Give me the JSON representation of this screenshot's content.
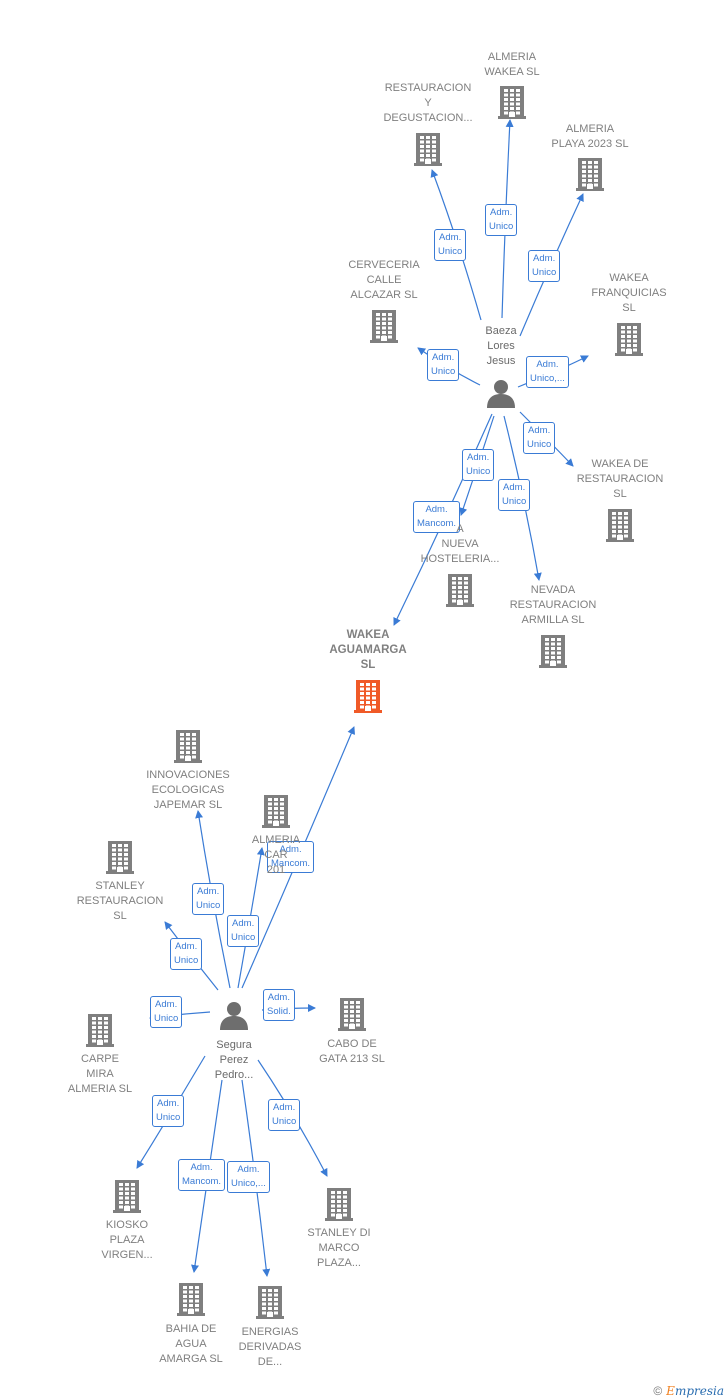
{
  "colors": {
    "edge": "#3a7bd5",
    "company": "#7f7f7f",
    "focus": "#f05a28",
    "person": "#6e6e6e"
  },
  "companies": [
    {
      "id": "wakea_aguamarga",
      "label": "WAKEA\nAGUAMARGA\nSL",
      "focus": true
    },
    {
      "id": "almeria_wakea",
      "label": "ALMERIA\nWAKEA  SL"
    },
    {
      "id": "restauracion_degustacion",
      "label": "RESTAURACION\nY\nDEGUSTACION..."
    },
    {
      "id": "almeria_playa",
      "label": "ALMERIA\nPLAYA 2023  SL"
    },
    {
      "id": "cerveceria",
      "label": "CERVECERIA\nCALLE\nALCAZAR  SL"
    },
    {
      "id": "wakea_franquicias",
      "label": "WAKEA\nFRANQUICIAS\nSL"
    },
    {
      "id": "wakea_restauracion",
      "label": "WAKEA DE\nRESTAURACION\nSL"
    },
    {
      "id": "nueva_hosteleria",
      "label": "A\nNUEVA\nHOSTELERIA..."
    },
    {
      "id": "nevada_restauracion",
      "label": "NEVADA\nRESTAURACION\nARMILLA  SL"
    },
    {
      "id": "innovaciones",
      "label": "INNOVACIONES\nECOLOGICAS\nJAPEMAR  SL"
    },
    {
      "id": "almeria_car",
      "label": "ALMERIA\nCAR\n201"
    },
    {
      "id": "stanley_restauracion",
      "label": "STANLEY\nRESTAURACION\nSL"
    },
    {
      "id": "carpe_mira",
      "label": "CARPE\nMIRA\nALMERIA SL"
    },
    {
      "id": "cabo_gata",
      "label": "CABO DE\nGATA 213  SL"
    },
    {
      "id": "kiosko",
      "label": "KIOSKO\nPLAZA\nVIRGEN..."
    },
    {
      "id": "stanley_marco",
      "label": "STANLEY DI\nMARCO\nPLAZA..."
    },
    {
      "id": "bahia",
      "label": "BAHIA DE\nAGUA\nAMARGA  SL"
    },
    {
      "id": "energias",
      "label": "ENERGIAS\nDERIVADAS\nDE..."
    }
  ],
  "persons": [
    {
      "id": "baeza",
      "label": "Baeza\nLores\nJesus"
    },
    {
      "id": "segura",
      "label": "Segura\nPerez\nPedro..."
    }
  ],
  "edges": [
    {
      "from": "baeza",
      "to": "almeria_wakea",
      "role": "Adm.\nUnico"
    },
    {
      "from": "baeza",
      "to": "restauracion_degustacion",
      "role": "Adm.\nUnico"
    },
    {
      "from": "baeza",
      "to": "almeria_playa",
      "role": "Adm.\nUnico"
    },
    {
      "from": "baeza",
      "to": "cerveceria",
      "role": "Adm.\nUnico"
    },
    {
      "from": "baeza",
      "to": "wakea_franquicias",
      "role": "Adm.\nUnico,..."
    },
    {
      "from": "baeza",
      "to": "wakea_restauracion",
      "role": "Adm.\nUnico"
    },
    {
      "from": "baeza",
      "to": "nueva_hosteleria",
      "role": "Adm.\nUnico"
    },
    {
      "from": "baeza",
      "to": "nevada_restauracion",
      "role": "Adm.\nUnico"
    },
    {
      "from": "baeza",
      "to": "wakea_aguamarga",
      "role": "Adm.\nMancom."
    },
    {
      "from": "segura",
      "to": "wakea_aguamarga",
      "role": "Adm.\nMancom."
    },
    {
      "from": "segura",
      "to": "innovaciones",
      "role": "Adm.\nUnico"
    },
    {
      "from": "segura",
      "to": "almeria_car",
      "role": "Adm.\nUnico"
    },
    {
      "from": "segura",
      "to": "stanley_restauracion",
      "role": "Adm.\nUnico"
    },
    {
      "from": "segura",
      "to": "carpe_mira",
      "role": "Adm.\nUnico"
    },
    {
      "from": "segura",
      "to": "cabo_gata",
      "role": "Adm.\nSolid."
    },
    {
      "from": "segura",
      "to": "kiosko",
      "role": "Adm.\nUnico"
    },
    {
      "from": "segura",
      "to": "stanley_marco",
      "role": "Adm.\nUnico"
    },
    {
      "from": "segura",
      "to": "bahia",
      "role": "Adm.\nMancom."
    },
    {
      "from": "segura",
      "to": "energias",
      "role": "Adm.\nUnico,..."
    }
  ],
  "footer": {
    "copyright": "©",
    "brand_first": "E",
    "brand_rest": "mpresia"
  }
}
